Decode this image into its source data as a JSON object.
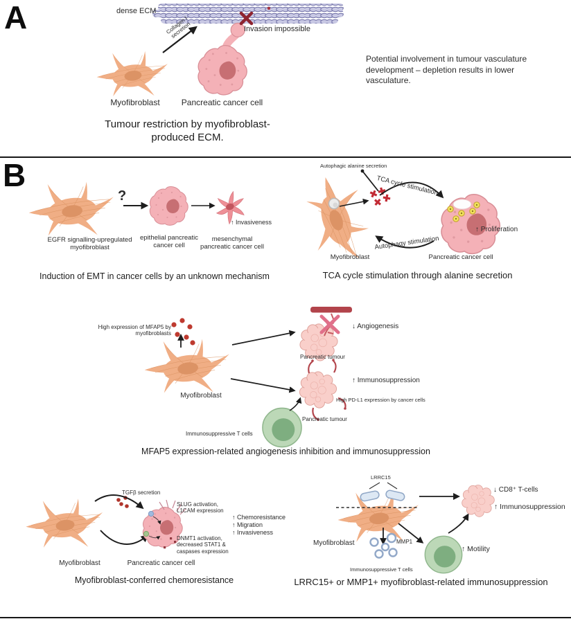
{
  "figure": {
    "panel_a": {
      "letter": "A",
      "dense_ecm": "dense ECM",
      "collagen_line1": "Collagen I",
      "collagen_line2": "secretion",
      "invasion": "Invasion impossible",
      "myofibroblast": "Myofibroblast",
      "cancer_cell": "Pancreatic cancer cell",
      "caption": "Tumour restriction by myofibroblast-produced ECM.",
      "side_note": "Potential involvement in tumour vasculature development – depletion results in lower vasculature."
    },
    "panel_b": {
      "letter": "B",
      "emt": {
        "question": "?",
        "myofibroblast": "EGFR signalling-upregulated myofibroblast",
        "epithelial": "epithelial pancreatic cancer cell",
        "mesenchymal": "mesenchymal pancreatic cancer cell",
        "invasiveness": "↑ Invasiveness",
        "caption": "Induction of EMT in cancer cells by an unknown mechanism"
      },
      "tca": {
        "autophagic": "Autophagic alanine secretion",
        "tca_arrow": "TCA cycle stimulation",
        "autophagy_arrow": "Autophagy stimulation",
        "proliferation": "↑ Proliferation",
        "myofibroblast": "Myofibroblast",
        "cancer_cell": "Pancreatic cancer cell",
        "caption": "TCA cycle stimulation through alanine secretion"
      },
      "mfap5": {
        "expression": "High expression of MFAP5 by myofibroblasts",
        "myofibroblast": "Myofibroblast",
        "angiogenesis": "↓ Angiogenesis",
        "tumour1": "Pancreatic tumour",
        "immunosuppression": "↑ Immunosuppression",
        "pdl1": "High PD-L1 expression by cancer cells",
        "tumour2": "Pancreatic tumour",
        "tcells": "Immunosuppressive T cells",
        "caption": "MFAP5 expression-related angiogenesis inhibition and immunosuppression"
      },
      "chemo": {
        "tgfb": "TGFβ secretion",
        "slug": "SLUG activation, L1CAM expression",
        "effects": [
          "↑ Chemoresistance",
          "↑ Migration",
          "↑ Invasiveness"
        ],
        "dnmt1": "DNMT1 activation, decreased STAT1 & caspases expression",
        "myofibroblast": "Myofibroblast",
        "cancer_cell": "Pancreatic cancer cell",
        "caption": "Myofibroblast-conferred chemoresistance"
      },
      "lrrc15": {
        "lrrc15": "LRRC15",
        "mmp1": "MMP1",
        "myofibroblast": "Myofibroblast",
        "tcells": "Immunosuppressive T cells",
        "cd8": "↓ CD8⁺ T-cells",
        "immunosuppression": "↑ Immunosuppression",
        "motility": "↑ Motility",
        "caption": "LRRC15+ or MMP1+ myofibroblast-related immunosuppression"
      }
    },
    "colors": {
      "myofibroblast": "#F0AE85",
      "cancer_cell": "#F4B1B7",
      "tumour": "#F9CFCA",
      "t_cell": "#BCD8B7",
      "ecm_fiber": "#C9C9E4",
      "blood_vessel": "#B2444B",
      "secreted_dots": "#BE3A2F",
      "lrrc15_capsule": "#DDE8F4"
    }
  }
}
